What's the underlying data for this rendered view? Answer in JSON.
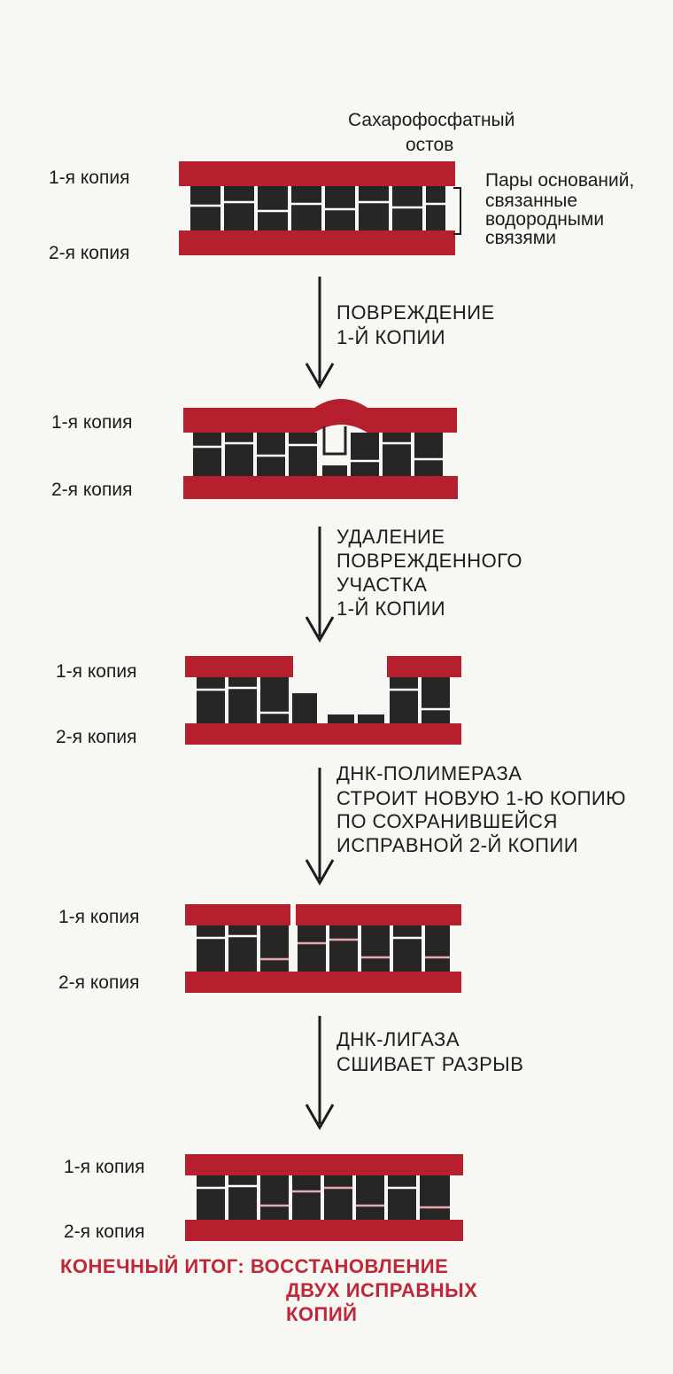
{
  "colors": {
    "backbone": "#b51f2e",
    "base": "#262626",
    "hbond_white": "#ffffff",
    "hbond_pink": "#e8a8ad",
    "arrow": "#1c1c1c",
    "final_text": "#c0283a"
  },
  "annotations": {
    "backbone_title": [
      "Сахарофосфатный",
      "остов"
    ],
    "base_pairs_title": [
      "Пары оснований,",
      "связанные",
      "водородными",
      "связями"
    ]
  },
  "stages": [
    {
      "label_top": "1-я копия",
      "label_bottom": "2-я копия"
    },
    {
      "label_top": "1-я копия",
      "label_bottom": "2-я копия"
    },
    {
      "label_top": "1-я копия",
      "label_bottom": "2-я копия"
    },
    {
      "label_top": "1-я копия",
      "label_bottom": "2-я копия"
    },
    {
      "label_top": "1-я копия",
      "label_bottom": "2-я копия"
    }
  ],
  "steps": [
    {
      "lines": [
        "ПОВРЕЖДЕНИЕ",
        "1-Й КОПИИ"
      ]
    },
    {
      "lines": [
        "УДАЛЕНИЕ",
        "ПОВРЕЖДЕННОГО",
        "УЧАСТКА",
        "1-Й КОПИИ"
      ]
    },
    {
      "lines": [
        "ДНК-ПОЛИМЕРАЗА",
        "СТРОИТ НОВУЮ 1-Ю КОПИЮ",
        "ПО СОХРАНИВШЕЙСЯ",
        "ИСПРАВНОЙ 2-Й КОПИИ"
      ]
    },
    {
      "lines": [
        "ДНК-ЛИГАЗА",
        "СШИВАЕТ РАЗРЫВ"
      ]
    }
  ],
  "final_result": {
    "lines": [
      "КОНЕЧНЫЙ ИТОГ: ВОССТАНОВЛЕНИЕ",
      "ДВУХ ИСПРАВНЫХ",
      "КОПИЙ"
    ]
  }
}
